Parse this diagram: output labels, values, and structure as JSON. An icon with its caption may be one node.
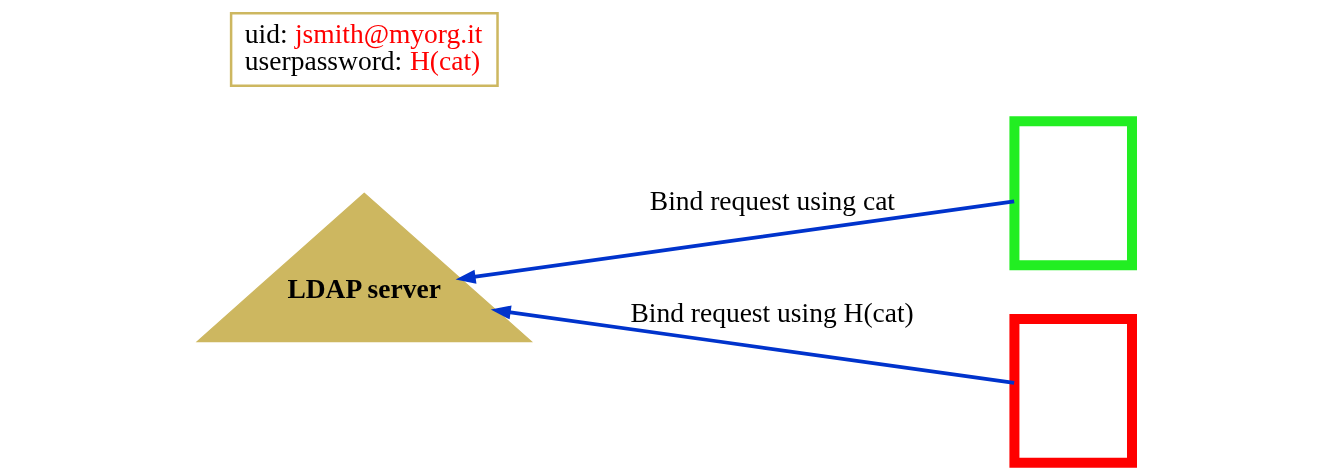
{
  "diagram": {
    "nodes": [
      {
        "text": [
          "LDAP server"
        ]
      },
      {
        "text": [
          "uid: jsmith@myorg.it",
          "userpassword: H(cat)"
        ]
      },
      {
        "text": [],
        "shape": "box"
      },
      {
        "text": [],
        "shape": "box"
      }
    ],
    "edges": [
      {
        "from": 2,
        "to": 0,
        "arrow": "to",
        "label": "Bind request using cat"
      },
      {
        "from": 3,
        "to": 0,
        "arrow": "to",
        "label": "Bind request using H(cat)"
      }
    ]
  }
}
